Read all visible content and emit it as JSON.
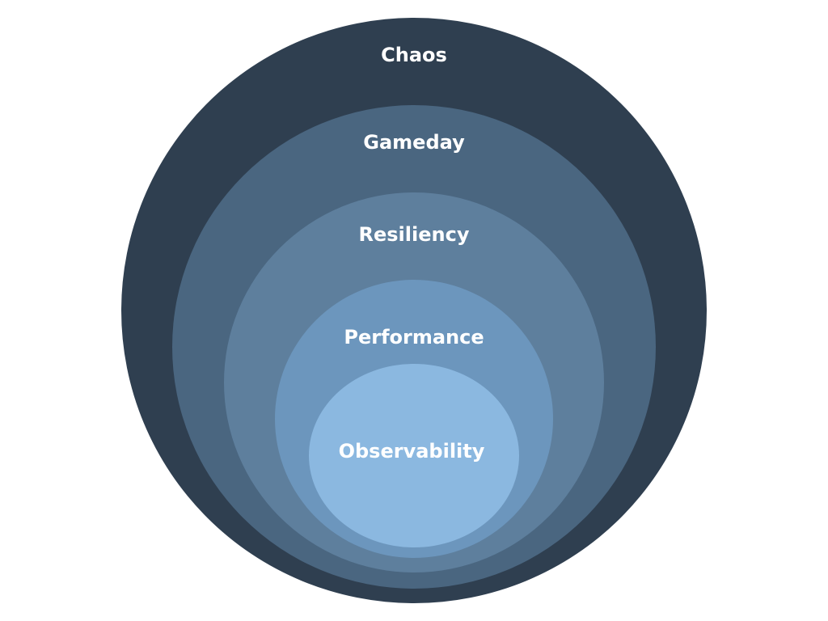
{
  "layers": [
    {
      "label": "Chaos",
      "color": "#2f3f50"
    },
    {
      "label": "Gameday",
      "color": "#4a6680"
    },
    {
      "label": "Resiliency",
      "color": "#5e7f9d"
    },
    {
      "label": "Performance",
      "color": "#6c96bd"
    },
    {
      "label": "Observability",
      "color": "#8bb8e0"
    }
  ]
}
